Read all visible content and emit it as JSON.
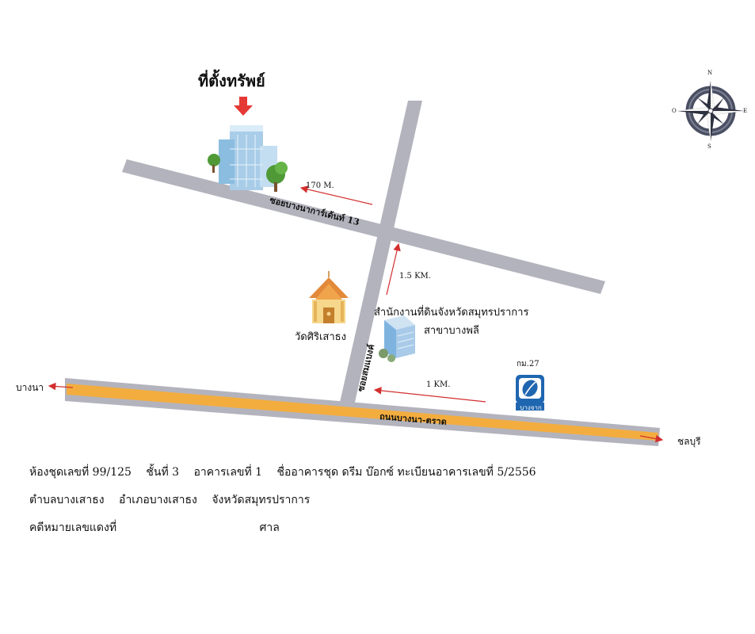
{
  "map": {
    "title": "ที่ตั้งทรัพย์",
    "roads": {
      "soi_bangna_karn": "ซอยบางนาการ์เด้นท์ 13",
      "soi_side": "ซอยสมแบงค์",
      "main_road": "ถนนบางนา-ตราด"
    },
    "distances": {
      "d1": "170 M.",
      "d2": "1.5  KM.",
      "d3": "1  KM."
    },
    "landmarks": {
      "temple": "วัดศิริเสาธง",
      "land_office_line1": "สำนักงานที่ดินจังหวัดสมุทรปราการ",
      "land_office_line2": "สาขาบางพลี",
      "km_marker": "กม.27",
      "bangchak": "บางจาก"
    },
    "directions": {
      "west": "บางนา",
      "east": "ชลบุรี"
    },
    "compass": {
      "n": "N",
      "s": "S",
      "e": "E",
      "w": "O"
    },
    "colors": {
      "road": "#b3b3bd",
      "main_road_fill": "#f3ad3f",
      "arrow": "#d32f2f",
      "property_marker": "#e53935"
    }
  },
  "info": {
    "line1": [
      "ห้องชุดเลขที่ 99/125",
      "ชั้นที่ 3",
      "อาคารเลขที่ 1",
      "ชื่ออาคารชุด ดรีม บ๊อกซ์ ทะเบียนอาคารเลขที่ 5/2556"
    ],
    "line2": [
      "ตำบลบางเสาธง",
      "อำเภอบางเสาธง",
      "จังหวัดสมุทรปราการ"
    ],
    "line3_label": "คดีหมายเลขแดงที่",
    "line3_court": "ศาล"
  }
}
